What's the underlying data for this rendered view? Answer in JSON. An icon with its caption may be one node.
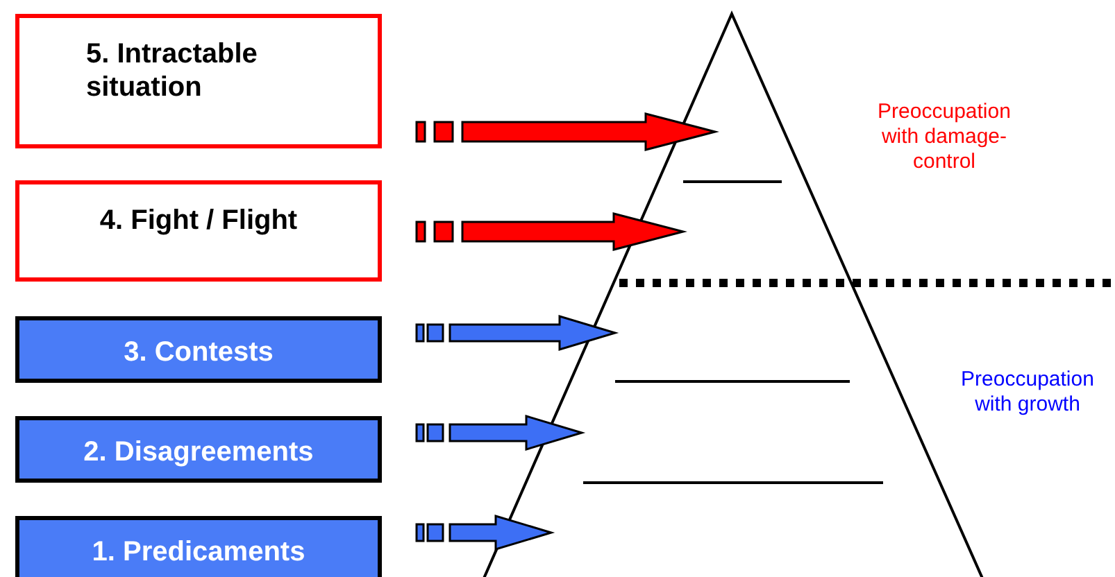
{
  "diagram": {
    "nodes": [
      {
        "text": [
          "5. Intractable situation"
        ]
      },
      {
        "text": [
          "4. Fight / Flight"
        ]
      },
      {
        "text": [
          "3. Contests"
        ]
      },
      {
        "text": [
          "2. Disagreements"
        ]
      },
      {
        "text": [
          "1. Predicaments"
        ]
      }
    ],
    "labels": [
      "Preoccupation with damage-control",
      "Preoccupation with growth"
    ]
  }
}
